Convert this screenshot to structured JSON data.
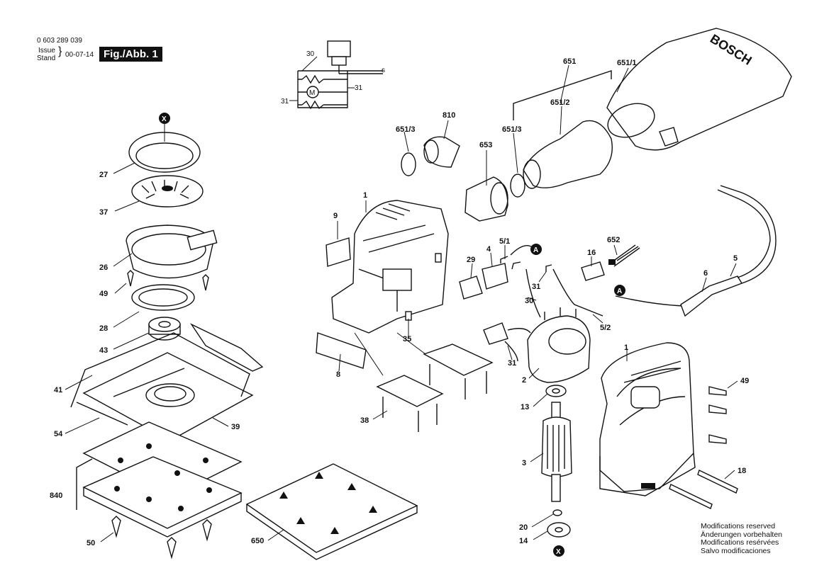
{
  "header": {
    "part_number": "0 603 289 039",
    "issue_label": "Issue",
    "stand_label": "Stand",
    "date": "00-07-14",
    "figure": "Fig./Abb. 1"
  },
  "brand": "BOSCH",
  "callouts": [
    "1",
    "1",
    "2",
    "3",
    "4",
    "5",
    "5/1",
    "5/2",
    "6",
    "8",
    "9",
    "13",
    "14",
    "16",
    "18",
    "20",
    "26",
    "27",
    "28",
    "29",
    "30",
    "30",
    "31",
    "31",
    "31",
    "35",
    "37",
    "38",
    "39",
    "41",
    "43",
    "49",
    "49",
    "50",
    "54",
    "650",
    "651",
    "651/1",
    "651/2",
    "651/3",
    "651/3",
    "652",
    "653",
    "810",
    "840"
  ],
  "markers": {
    "x": "X",
    "a": "A"
  },
  "schematic": {
    "motor": "M",
    "s": "s"
  },
  "notes": [
    "Modifications reserved",
    "Änderungen vorbehalten",
    "Modifications resérvées",
    "Salvo modificaciones"
  ]
}
